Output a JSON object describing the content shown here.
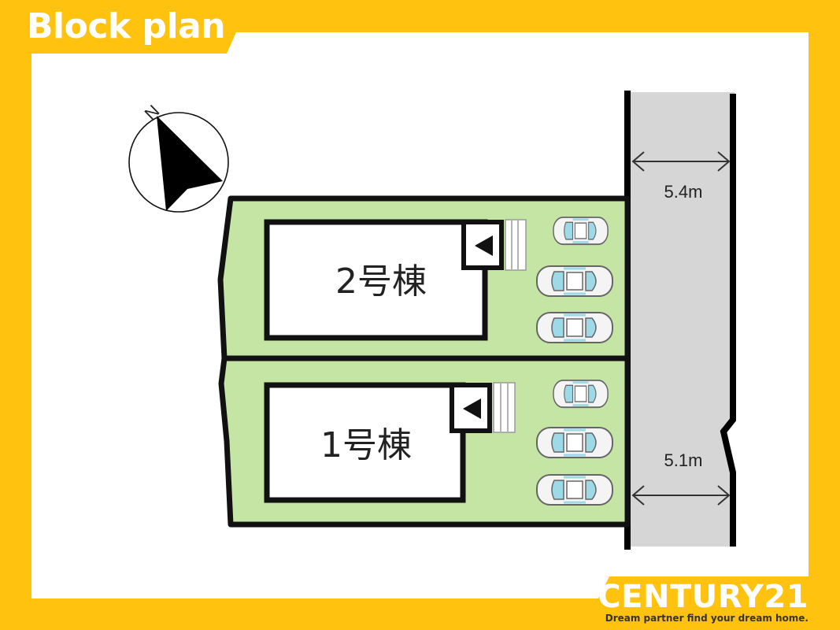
{
  "header": {
    "title": "Block plan"
  },
  "compass": {
    "north_label": "N"
  },
  "road": {
    "width_top": "5.4m",
    "width_bottom": "5.1m"
  },
  "lots": [
    {
      "building_label": "2号棟",
      "parking_spaces": 3
    },
    {
      "building_label": "1号棟",
      "parking_spaces": 3
    }
  ],
  "brand": {
    "name": "CENTURY21",
    "tagline": "Dream partner find your dream home."
  },
  "colors": {
    "frame": "#FFC20E",
    "lot_fill": "#C5E5A5",
    "road_fill": "#D6D6D6",
    "car_glass": "#9DD9E6"
  }
}
